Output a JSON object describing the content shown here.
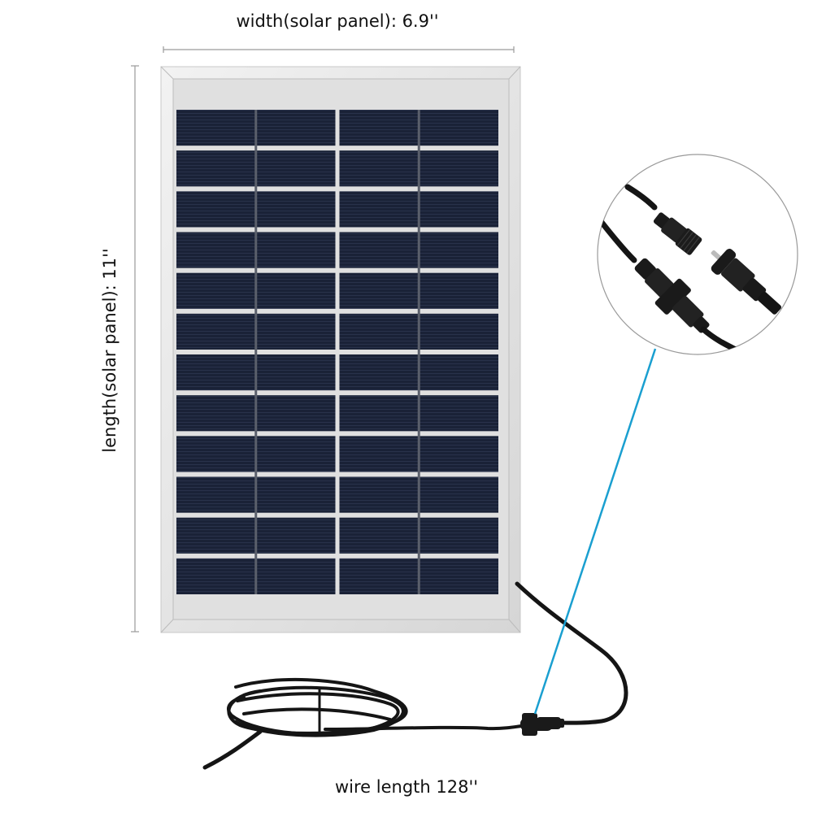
{
  "labels": {
    "width": "width(solar panel): 6.9''",
    "length": "length(solar panel): 11''",
    "wire": "wire length 128''"
  },
  "panel": {
    "rows": 12,
    "columns": 4,
    "cell_color": "#1b2338",
    "frame_color": "#e4e4e4",
    "backsheet_color": "#dcdcdc"
  },
  "callout": {
    "subject": "waterproof DC connector close-up",
    "line_color": "#1a9fd0",
    "circle_border_color": "#9a9a9a"
  },
  "colors": {
    "dimension_line": "#9a9a9a",
    "cable": "#141414",
    "text": "#111111"
  }
}
